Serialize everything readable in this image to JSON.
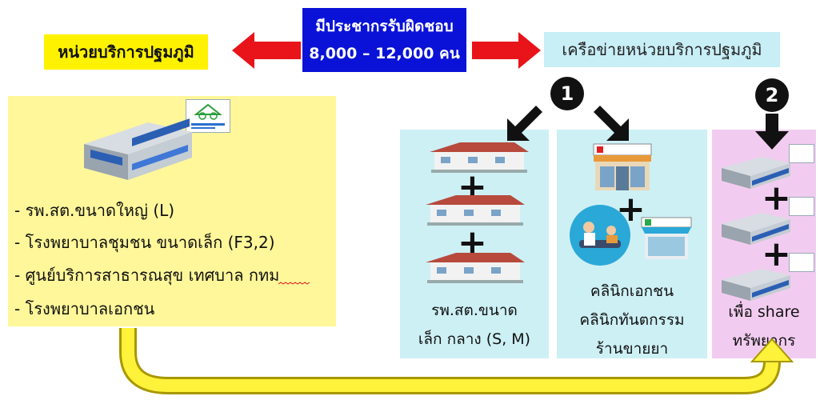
{
  "center": {
    "line1": "มีประชากรรับผิดชอบ",
    "line2": "8,000 – 12,000 คน"
  },
  "left_title": "หน่วยบริการปฐมภูมิ",
  "right_title": "เครือข่ายหน่วยบริการปฐมภูมิ",
  "left_list": [
    "- รพ.สต.ขนาดใหญ่ (L)",
    "- โรงพยาบาลชุมชน ขนาดเล็ก (F3,2)",
    "- ศูนย์บริการสาธารณสุข เทศบาล กทม",
    "- โรงพยาบาลเอกชน"
  ],
  "panel1": {
    "line1": "รพ.สต.ขนาด",
    "line2": "เล็ก กลาง (S, M)"
  },
  "panel2": {
    "line1": "คลินิกเอกชน",
    "line2": "คลินิกทันตกรรม",
    "line3": "ร้านขายยา"
  },
  "panel3": {
    "line1": "เพื่อ share",
    "line2": "ทรัพยากร"
  },
  "badges": {
    "one": "1",
    "two": "2"
  },
  "plus": "+",
  "colors": {
    "yellow": "#fff79a",
    "blue": "#0a12d8",
    "cyan": "#cdf0f5",
    "pink": "#f2ccf0",
    "red_arrow": "#e8141a"
  }
}
